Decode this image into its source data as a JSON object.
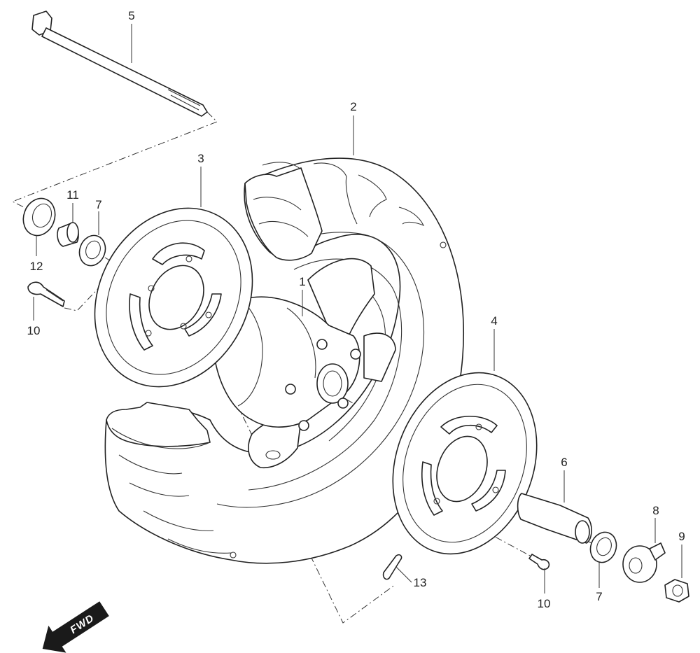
{
  "parts": [
    {
      "id": "p1",
      "number": "1"
    },
    {
      "id": "p2",
      "number": "2"
    },
    {
      "id": "p3",
      "number": "3"
    },
    {
      "id": "p4",
      "number": "4"
    },
    {
      "id": "p5",
      "number": "5"
    },
    {
      "id": "p6",
      "number": "6"
    },
    {
      "id": "p7a",
      "number": "7"
    },
    {
      "id": "p7b",
      "number": "7"
    },
    {
      "id": "p8",
      "number": "8"
    },
    {
      "id": "p9",
      "number": "9"
    },
    {
      "id": "p10a",
      "number": "10"
    },
    {
      "id": "p10b",
      "number": "10"
    },
    {
      "id": "p11",
      "number": "11"
    },
    {
      "id": "p12",
      "number": "12"
    },
    {
      "id": "p13",
      "number": "13"
    }
  ],
  "direction_arrow": {
    "text": "FWD"
  }
}
